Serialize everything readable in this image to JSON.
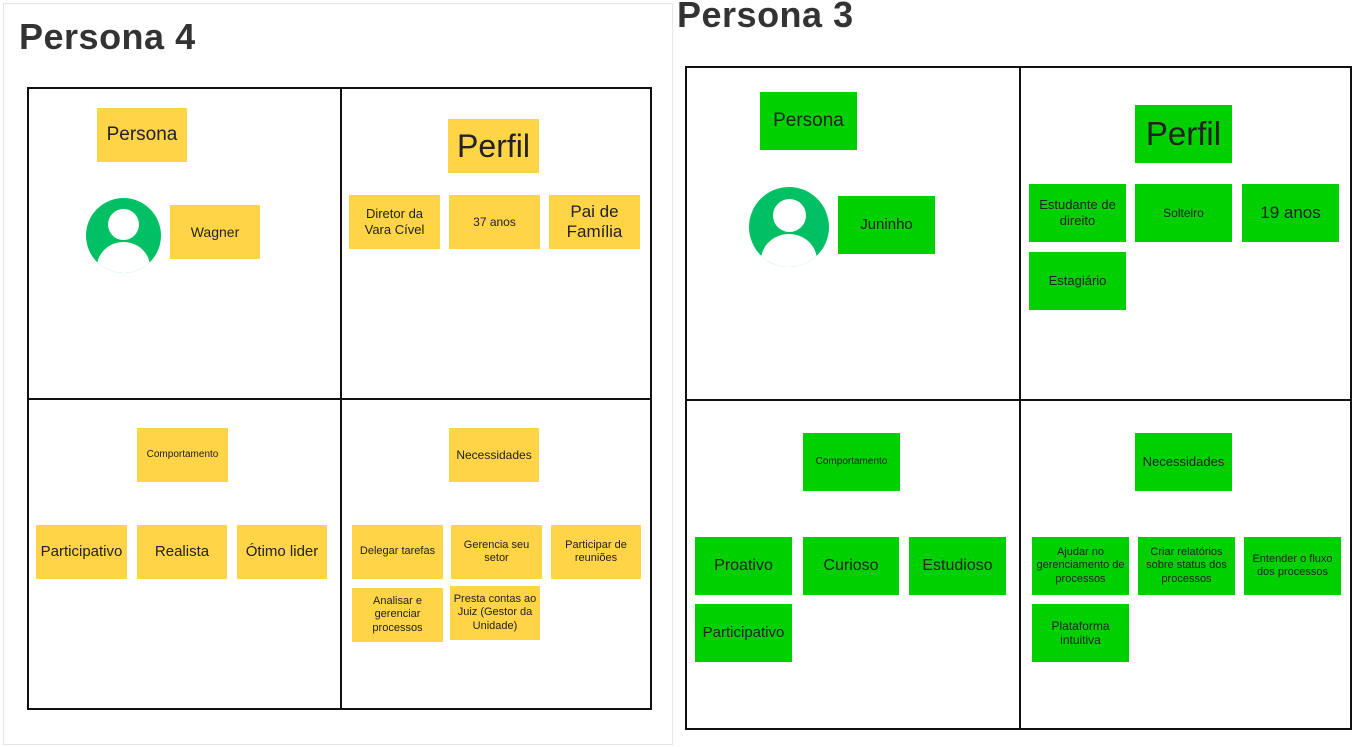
{
  "persona4": {
    "title": "Persona 4",
    "persona_label": "Persona",
    "name": "Wagner",
    "perfil_label": "Perfil",
    "perfil": [
      "Diretor da Vara Cível",
      "37 anos",
      "Pai de Família"
    ],
    "comportamento_label": "Comportamento",
    "comportamento": [
      "Participativo",
      "Realista",
      "Ótimo lider"
    ],
    "necessidades_label": "Necessidades",
    "necessidades": [
      "Delegar tarefas",
      "Gerencia seu setor",
      "Participar de reuniões",
      "Analisar e gerenciar processos",
      "Presta contas ao Juiz (Gestor da Unidade)"
    ]
  },
  "persona3": {
    "title": "Persona 3",
    "persona_label": "Persona",
    "name": "Juninho",
    "perfil_label": "Perfil",
    "perfil": [
      "Estudante de direito",
      "Solteiro",
      "19 anos",
      "Estagiário"
    ],
    "comportamento_label": "Comportamento",
    "comportamento": [
      "Proativo",
      "Curioso",
      "Estudioso",
      "Participativo"
    ],
    "necessidades_label": "Necessidades",
    "necessidades": [
      "Ajudar no gerenciamento de processos",
      "Criar relatórios sobre status dos processos",
      "Entender o fluxo dos processos",
      "Plataforma intuitiva"
    ]
  },
  "colors": {
    "yellow_note": "#ffd447",
    "green_note": "#00d000",
    "avatar": "#00c063"
  }
}
